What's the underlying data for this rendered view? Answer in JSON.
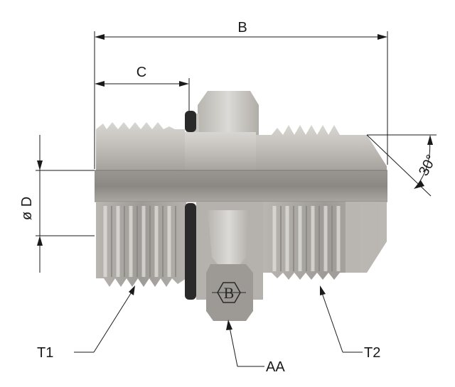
{
  "labels": {
    "dim_b": "B",
    "dim_c": "C",
    "dim_d": "D",
    "dim_d_symbol": "ø",
    "angle": "30°",
    "thread_left": "T1",
    "thread_right": "T2",
    "hex": "AA",
    "logo_letter": "B"
  },
  "colors": {
    "steel_light": "#c9c6c1",
    "steel_mid": "#a9a6a1",
    "steel_dark": "#7d7a76",
    "oring": "#2a2a2a",
    "line": "#1a1a1a"
  }
}
